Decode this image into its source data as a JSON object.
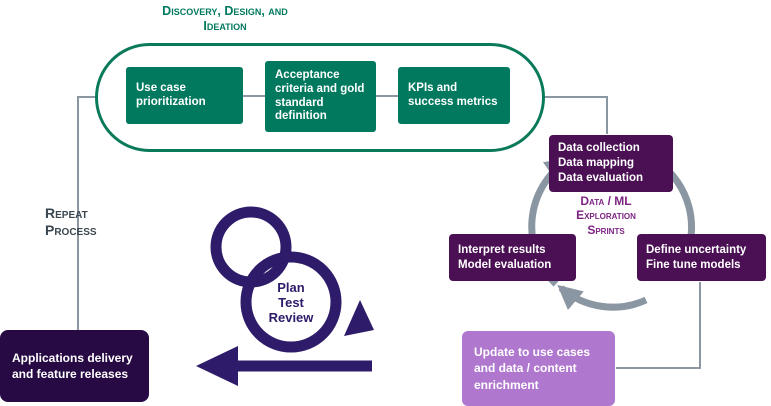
{
  "title": {
    "line1": "Discovery, Design, and",
    "line2": "Ideation"
  },
  "discovery": {
    "boxes": [
      {
        "label": "Use case prioritization"
      },
      {
        "label": "Acceptance criteria and gold standard definition"
      },
      {
        "label": "KPIs and success metrics"
      }
    ]
  },
  "cycle": {
    "label": {
      "line1": "Data / ML",
      "line2": "Exploration",
      "line3": "Sprints"
    },
    "data_box": {
      "lines": [
        "Data collection",
        "Data mapping",
        "Data evaluation"
      ]
    },
    "define_box": {
      "lines": [
        "Define uncertainty",
        "Fine tune models"
      ]
    },
    "interpret_box": {
      "lines": [
        "Interpret results",
        "Model evaluation"
      ]
    }
  },
  "sprint_loop": {
    "lines": [
      "Plan",
      "Test",
      "Review"
    ]
  },
  "repeat": {
    "line1": "Repeat",
    "line2": "Process"
  },
  "applications_box": {
    "label": "Applications delivery and feature releases"
  },
  "update_box": {
    "label": "Update to use cases and data / content enrichment"
  },
  "colors": {
    "green": "#00795f",
    "stadium_border_green": "#0b7a5a",
    "dark_purple": "#4b0f54",
    "loop_indigo": "#2e1b69",
    "light_purple": "#b077cf",
    "darkest_purple": "#270a43",
    "connector_gray": "#8a97a3",
    "cycle_label_purple": "#7d2483",
    "repeat_text": "#3a4750"
  }
}
